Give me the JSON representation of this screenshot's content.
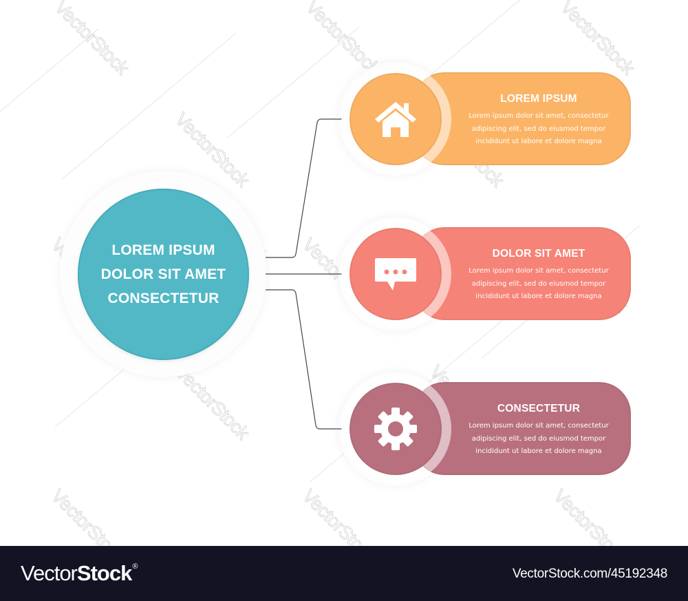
{
  "center_node": {
    "lines": [
      "LOREM IPSUM",
      "DOLOR SIT AMET",
      "CONSECTETUR"
    ],
    "color": "#52b8c6"
  },
  "branches": [
    {
      "title": "LOREM IPSUM",
      "body": [
        "Lorem ipsum dolor sit amet, consectetur",
        "adipiscing elit, sed do eiusmod tempor",
        "incididunt ut labore et dolore magna"
      ],
      "icon": "home-icon",
      "color": "#fbb466"
    },
    {
      "title": "DOLOR SIT AMET",
      "body": [
        "Lorem ipsum dolor sit amet, consectetur",
        "adipiscing elit, sed do eiusmod tempor",
        "incididunt ut labore et dolore magna"
      ],
      "icon": "chat-bubble-icon",
      "color": "#f68377"
    },
    {
      "title": "CONSECTETUR",
      "body": [
        "Lorem ipsum dolor sit amet, consectetur",
        "adipiscing elit, sed do eiusmod tempor",
        "incididunt ut labore et dolore magna"
      ],
      "icon": "gear-icon",
      "color": "#b8707e"
    }
  ],
  "watermark": {
    "text": "VectorStock",
    "mark": "®"
  },
  "footer": {
    "logo_light": "Vector",
    "logo_bold": "Stock",
    "logo_mark": "®",
    "url": "VectorStock.com/45192348",
    "background": "#131323"
  }
}
